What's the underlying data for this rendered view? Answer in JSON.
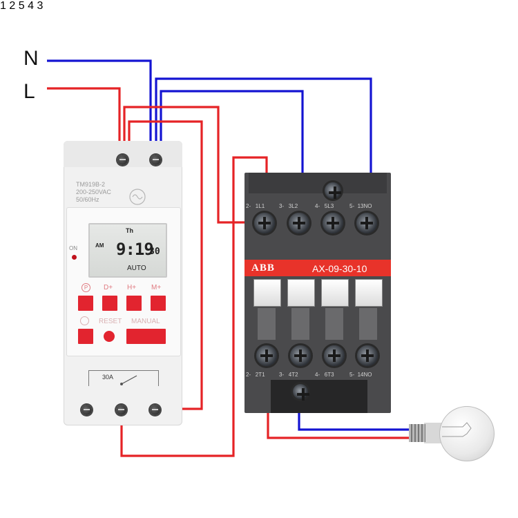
{
  "lines": {
    "neutral": "N",
    "live": "L"
  },
  "colors": {
    "neutral_wire": "#1414d2",
    "live_wire": "#e52326",
    "button_red": "#e2242f",
    "brand_red": "#e8332a"
  },
  "timer": {
    "model": "TM919B-2",
    "voltage": "200-250VAC",
    "frequency": "50/60Hz",
    "terminal_1": "1",
    "terminal_2": "2",
    "terminal_3": "3",
    "terminal_4": "4",
    "terminal_5": "5",
    "on_label": "ON",
    "relay_rating": "30A",
    "display": {
      "day": "Th",
      "ampm": "AM",
      "time": "9:19",
      "seconds": "30",
      "mode": "AUTO"
    },
    "button_labels": {
      "p": "P",
      "d_plus": "D+",
      "h_plus": "H+",
      "m_plus": "M+",
      "reset": "RESET",
      "manual": "MANUAL"
    }
  },
  "contactor": {
    "brand": "ABB",
    "model": "AX-09-30-10",
    "top_terminals": [
      {
        "prefix": "2-",
        "label": "1L1"
      },
      {
        "prefix": "3-",
        "label": "3L2"
      },
      {
        "prefix": "4-",
        "label": "5L3"
      },
      {
        "prefix": "5-",
        "label": "13NO"
      }
    ],
    "bottom_terminals": [
      {
        "prefix": "2-",
        "label": "2T1"
      },
      {
        "prefix": "3-",
        "label": "4T2"
      },
      {
        "prefix": "4-",
        "label": "6T3"
      },
      {
        "prefix": "5-",
        "label": "14NO"
      }
    ]
  }
}
